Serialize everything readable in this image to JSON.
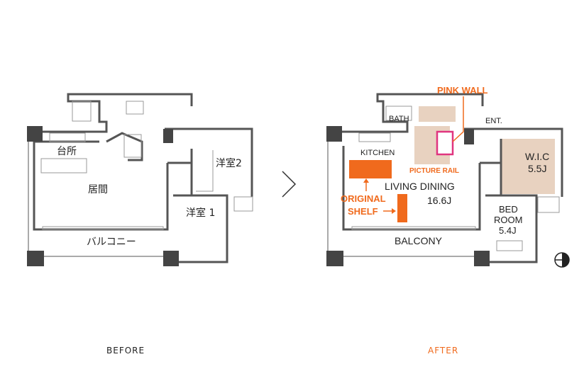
{
  "before": {
    "caption": "BEFORE",
    "rooms": {
      "kitchen": "台所",
      "living": "居間",
      "balcony": "バルコニー",
      "room1": "洋室 1",
      "room2": "洋室2"
    }
  },
  "after": {
    "caption": "AFTER",
    "rooms": {
      "bath": "BATH",
      "entrance": "ENT.",
      "kitchen": "KITCHEN",
      "living_dining": "LIVING DINING",
      "living_dining_size": "16.6J",
      "wic": "W.I.C",
      "wic_size": "5.5J",
      "bedroom_line1": "BED",
      "bedroom_line2": "ROOM",
      "bedroom_size": "5.4J",
      "balcony": "BALCONY"
    },
    "annotations": {
      "pink_wall": "PINK WALL",
      "picture_rail": "PICTURE RAIL",
      "original_line1": "ORIGINAL",
      "shelf": "SHELF"
    }
  },
  "colors": {
    "wall": "#555555",
    "pillar": "#444444",
    "accent_orange": "#f06a1d",
    "beige_floor": "#e8d2c0",
    "pink_wall": "#e0357f"
  }
}
